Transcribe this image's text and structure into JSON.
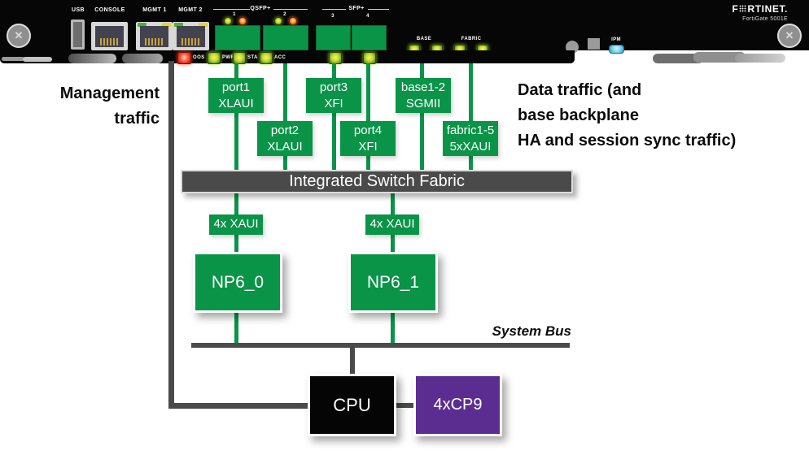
{
  "panel": {
    "brand_f": "F",
    "brand_rest": "RTINET.",
    "model": "FortiGate 5001E",
    "usb_label": "USB",
    "console_label": "CONSOLE",
    "mgmt1_label": "MGMT 1",
    "mgmt2_label": "MGMT 2",
    "qsfp_label": "QSFP+",
    "qsfp_port1_num": "1",
    "qsfp_port2_num": "2",
    "sfp_label": "SFP+",
    "sfp_port3_num": "3",
    "sfp_port4_num": "4",
    "base_label": "BASE",
    "fabric_label": "FABRIC",
    "ipm_label": "IPM",
    "status_leds": [
      {
        "label": "OOS",
        "state": "red"
      },
      {
        "label": "PWR",
        "state": "green"
      },
      {
        "label": "STA",
        "state": "green"
      },
      {
        "label": "ACC",
        "state": "green"
      }
    ]
  },
  "annotations": {
    "management_traffic": "Management\ntraffic",
    "data_traffic": "Data traffic (and\nbase backplane\nHA and session sync traffic)",
    "system_bus": "System Bus"
  },
  "diagram": {
    "port_boxes": [
      {
        "name": "port1",
        "interface": "XLAUI"
      },
      {
        "name": "port2",
        "interface": "XLAUI"
      },
      {
        "name": "port3",
        "interface": "XFI"
      },
      {
        "name": "port4",
        "interface": "XFI"
      },
      {
        "name": "base1-2",
        "interface": "SGMII"
      },
      {
        "name": "fabric1-5",
        "interface": "5xXAUI"
      }
    ],
    "switch_fabric_label": "Integrated Switch Fabric",
    "xaui_label_left": "4x XAUI",
    "xaui_label_right": "4x XAUI",
    "np6_left": "NP6_0",
    "np6_right": "NP6_1",
    "cpu_label": "CPU",
    "cp9_label": "4xCP9"
  },
  "colors": {
    "green": "#0a9448",
    "busgray": "#4a4a4c",
    "purple": "#5c2d91"
  }
}
